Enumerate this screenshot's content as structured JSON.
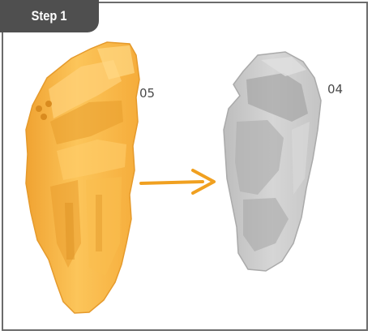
{
  "step": {
    "label": "Step 1"
  },
  "parts": {
    "left_label": "05",
    "right_label": "04"
  },
  "colors": {
    "frame": "#6b6b6b",
    "tab": "#4f4f4f",
    "orange_part": "#f7b43a",
    "grey_part": "#c9c9c9",
    "arrow": "#f0a020"
  },
  "icons": {
    "arrow": "arrow-right-icon"
  }
}
